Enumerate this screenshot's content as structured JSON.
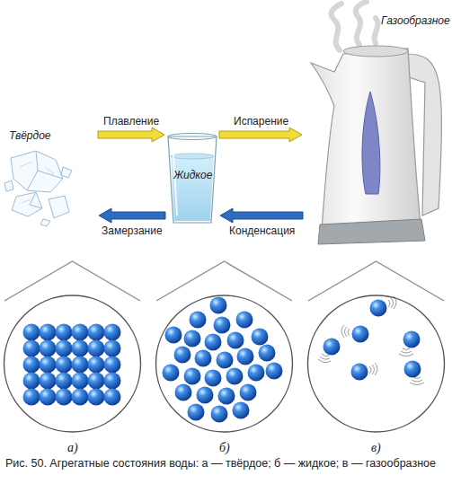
{
  "diagram": {
    "caption": "Рис. 50. Агрегатные состояния воды: а — твёрдое; б — жидкое; в — газообразное",
    "nodes": [
      {
        "text": [
          "Твёрдое"
        ]
      },
      {
        "text": [
          "Жидкое"
        ]
      },
      {
        "text": [
          "Газообразное"
        ]
      },
      {
        "text": [
          "а)"
        ]
      },
      {
        "text": [
          "б)"
        ]
      },
      {
        "text": [
          "в)"
        ]
      }
    ],
    "edges": [
      {
        "from": 0,
        "to": 1,
        "arrow": "to",
        "label": "Плавление"
      },
      {
        "from": 1,
        "to": 2,
        "arrow": "to",
        "label": "Испарение"
      },
      {
        "from": 1,
        "to": 0,
        "arrow": "to",
        "label": "Замерзание"
      },
      {
        "from": 2,
        "to": 1,
        "arrow": "to",
        "label": "Конденсация"
      }
    ]
  }
}
